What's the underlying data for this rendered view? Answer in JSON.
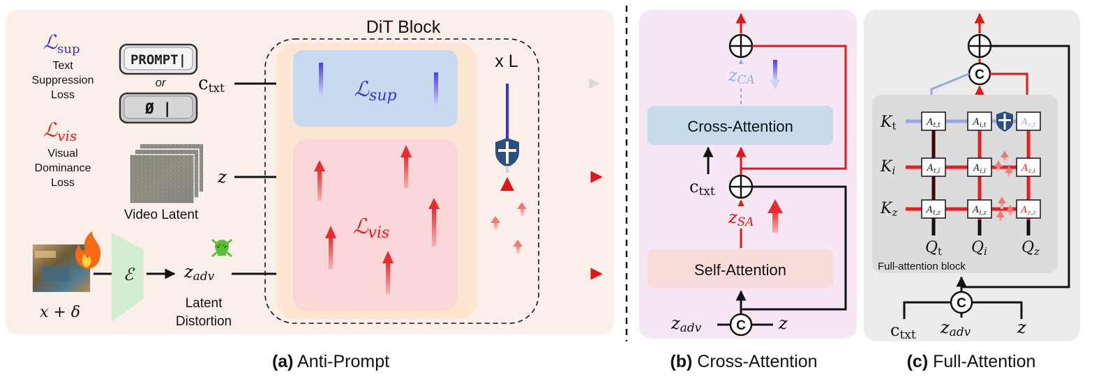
{
  "panel_a": {
    "caption_prefix": "(a)",
    "caption_text": "Anti-Prompt",
    "dit_block_label": "DiT Block",
    "repeat_label": "x L",
    "loss_sup_symbol": "ℒ",
    "loss_sup_sub": "sup",
    "loss_sup_desc": [
      "Text",
      "Suppression",
      "Loss"
    ],
    "loss_vis_symbol": "ℒ",
    "loss_vis_sub": "vis",
    "loss_vis_desc": [
      "Visual",
      "Dominance",
      "Loss"
    ],
    "prompt_key_text": "PROMPT|",
    "or_text": "or",
    "empty_key_text": "Ø   |",
    "video_latent_label": "Video Latent",
    "encoder_symbol": "ℰ",
    "input_label": "x + δ",
    "c_txt_label": "c",
    "c_txt_sub": "txt",
    "z_label": "z",
    "z_adv_label": "z",
    "z_adv_sub": "adv",
    "latent_distortion": [
      "Latent",
      "Distortion"
    ],
    "inner_sup_sub": "sup",
    "inner_vis_sub": "vis"
  },
  "panel_b": {
    "caption_prefix": "(b)",
    "caption_text": "Cross-Attention",
    "cross_attention_label": "Cross-Attention",
    "self_attention_label": "Self-Attention",
    "z_ca_sub": "CA",
    "z_sa_sub": "SA",
    "c_txt_sub": "txt",
    "z_adv_sub": "adv",
    "concat_symbol": "C",
    "z_label": "z"
  },
  "panel_c": {
    "caption_prefix": "(c)",
    "caption_text": "Full-Attention",
    "block_label": "Full-attention block",
    "row_keys": [
      {
        "main": "K",
        "sub": "t"
      },
      {
        "main": "K",
        "sub": "i"
      },
      {
        "main": "K",
        "sub": "z"
      }
    ],
    "col_queries": [
      {
        "main": "Q",
        "sub": "t"
      },
      {
        "main": "Q",
        "sub": "i"
      },
      {
        "main": "Q",
        "sub": "z"
      }
    ],
    "cells": [
      [
        "t,t",
        "i,t",
        "z,t"
      ],
      [
        "t,i",
        "i,i",
        "z,i"
      ],
      [
        "t,z",
        "i,z",
        "z,z"
      ]
    ],
    "cell_letter": "A",
    "concat_symbol": "C",
    "c_txt_sub": "txt",
    "z_adv_sub": "adv",
    "z_label": "z"
  },
  "colors": {
    "blue_loss": "#3b2fd6",
    "red_loss": "#e81f1f",
    "panel_a_bg": "#fbefea",
    "dit_bg": "#fde6d2",
    "sup_box": "#c7daf0",
    "vis_box": "#f9d6d8",
    "panel_b_bg": "#f7e7f5",
    "panel_c_bg": "#ececec",
    "attn_box": "#c6dcec",
    "self_box": "#f8dcda"
  }
}
